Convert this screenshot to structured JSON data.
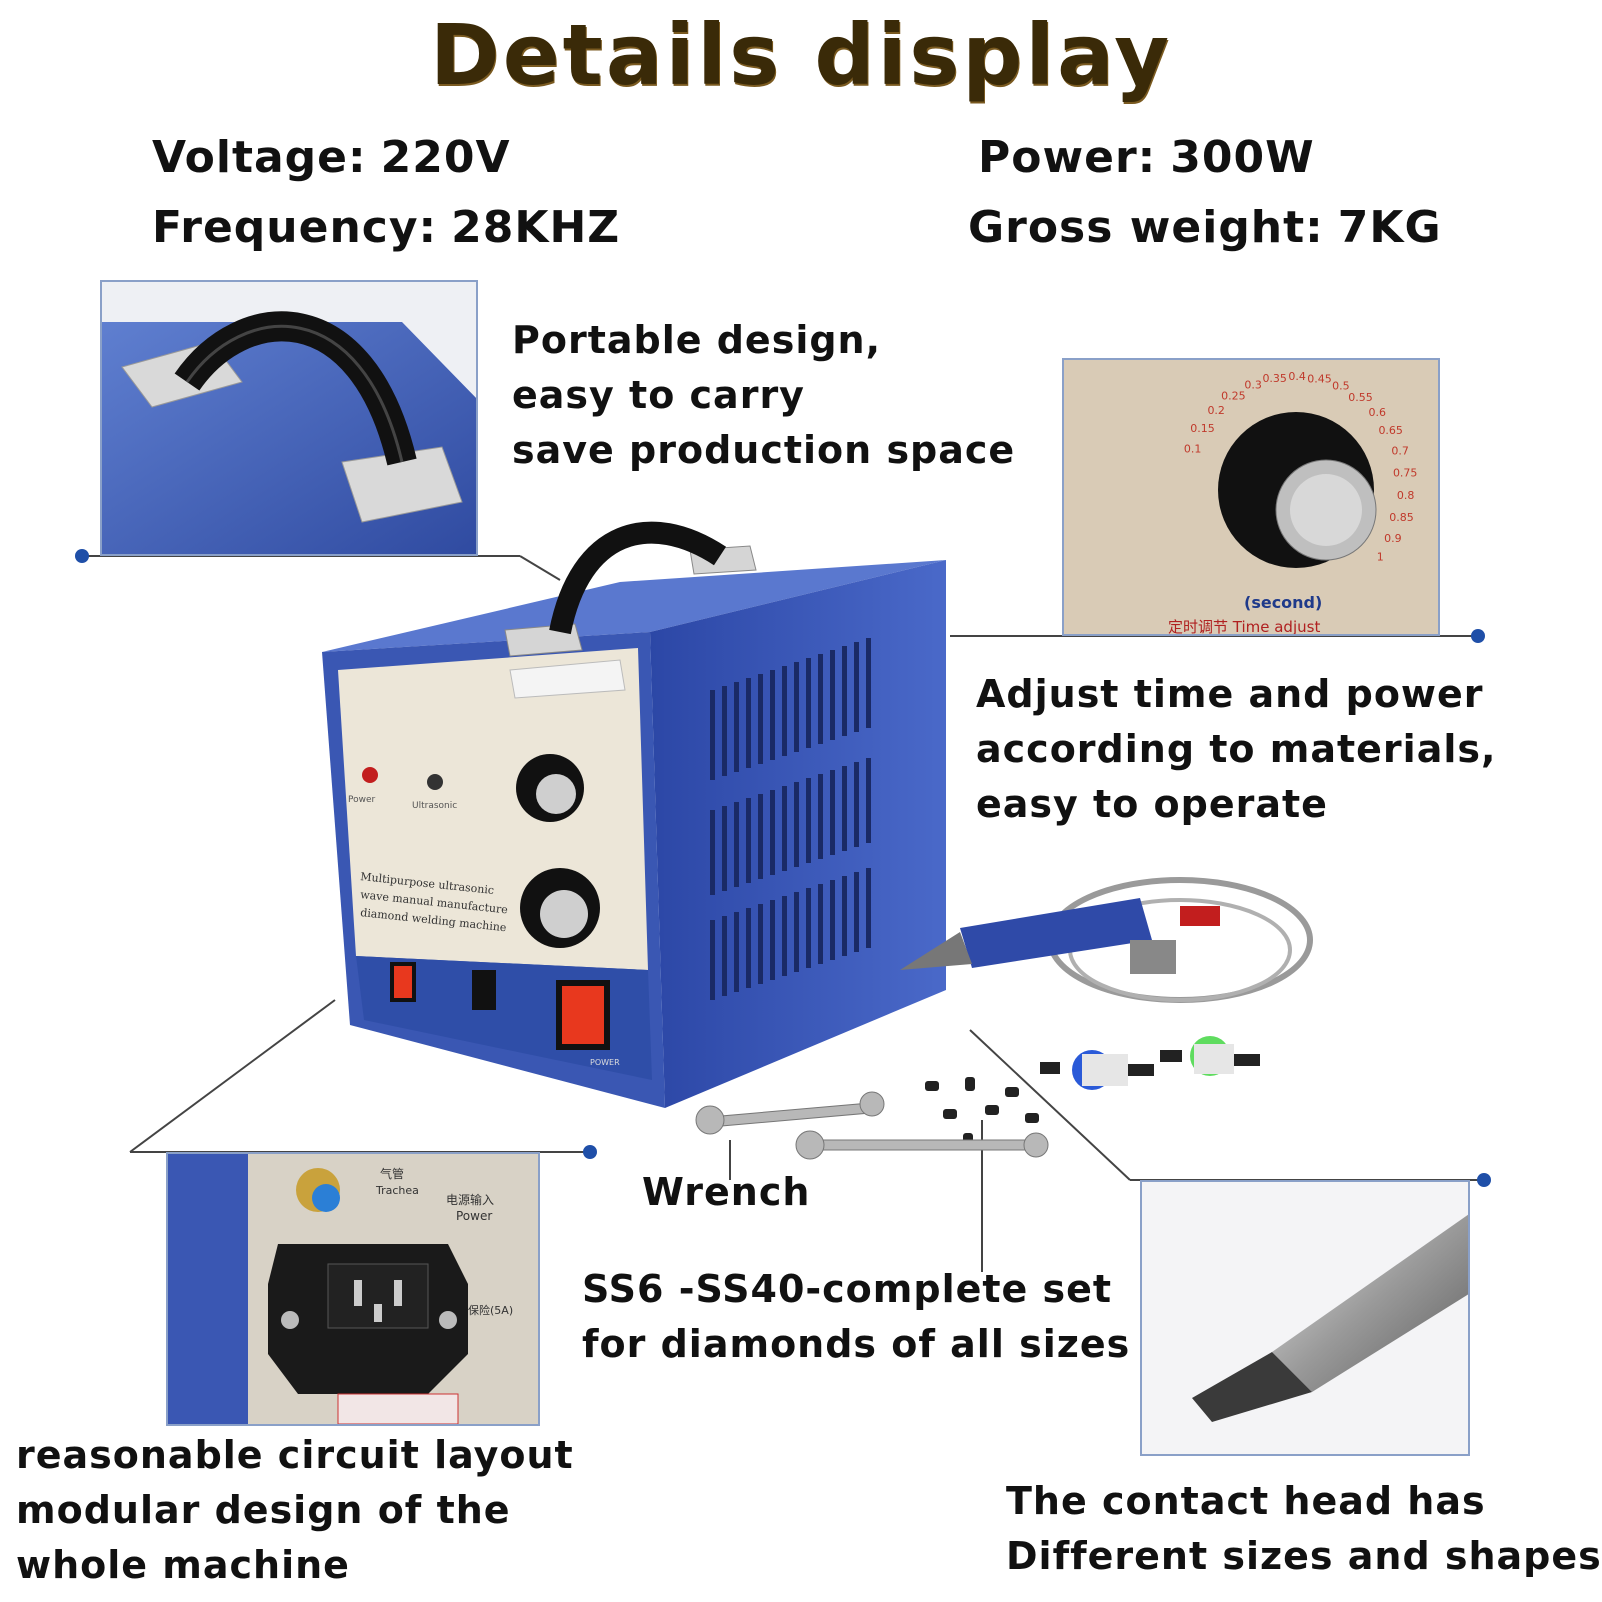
{
  "title": "Details display",
  "specs": {
    "voltage_label": "Voltage:",
    "voltage_value": "220V",
    "frequency_label": "Frequency:",
    "frequency_value": "28KHZ",
    "power_label": "Power:",
    "power_value": "300W",
    "weight_label": "Gross weight:",
    "weight_value": "7KG"
  },
  "captions": {
    "portable": [
      "Portable design,",
      "easy to carry",
      "save production space"
    ],
    "adjust": [
      "Adjust time and power",
      "according to materials,",
      "easy to operate"
    ],
    "wrench": "Wrench",
    "diamonds": [
      "SS6 -SS40-complete set",
      "for diamonds of all sizes"
    ],
    "circuit": [
      "reasonable circuit layout",
      "modular design of the",
      "whole machine"
    ],
    "contact_head": [
      "The contact head has",
      "Different sizes and shapes"
    ]
  },
  "dial": {
    "unit": "(second)",
    "label": "定时调节 Time adjust",
    "ticks": [
      "0.1",
      "0.15",
      "0.2",
      "0.25",
      "0.3",
      "0.35",
      "0.4",
      "0.45",
      "0.5",
      "0.55",
      "0.6",
      "0.65",
      "0.7",
      "0.75",
      "0.8",
      "0.85",
      "0.9",
      "1"
    ]
  },
  "machine_front": {
    "name_plate": [
      "Multipurpose ultrasonic",
      "wave manual manufacture",
      "diamond welding machine"
    ],
    "indicator_labels": [
      "Power",
      "Ultrasonic"
    ],
    "switch_label": "POWER"
  },
  "rear_panel": {
    "air_label": [
      "气管",
      "Trachea"
    ],
    "power_label": [
      "电源输入",
      "Power"
    ],
    "fuse_label": "保险(5A)"
  },
  "colors": {
    "machine_blue": "#3a57b3",
    "panel_cream": "#ece6d8",
    "dot_blue": "#1f4fa8",
    "title_brown": "#3a2a08",
    "switch_red": "#e8381e"
  }
}
